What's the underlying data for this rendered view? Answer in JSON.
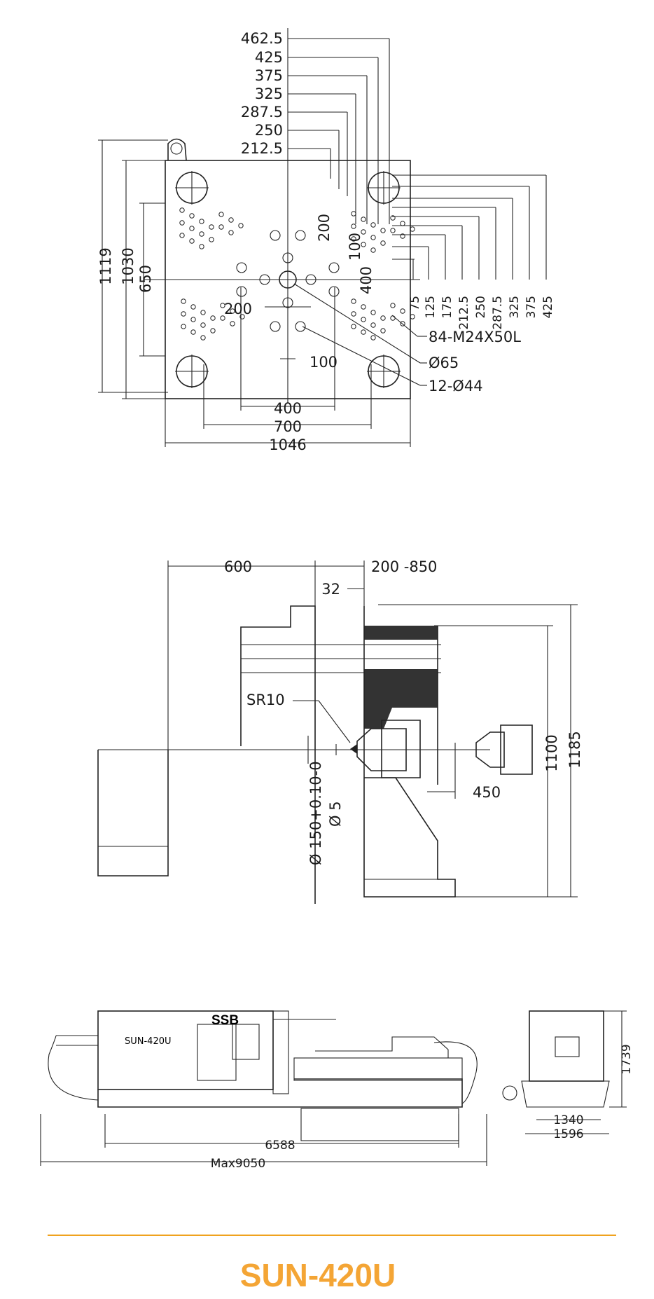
{
  "plate_view": {
    "top_dims": [
      "462.5",
      "425",
      "375",
      "325",
      "287.5",
      "250",
      "212.5"
    ],
    "right_dims": [
      "75",
      "125",
      "175",
      "212.5",
      "250",
      "287.5",
      "325",
      "375",
      "425"
    ],
    "left_dims": [
      "1119",
      "1030",
      "650"
    ],
    "bottom_dims": [
      "400",
      "700",
      "1046"
    ],
    "inner_dims": [
      "200",
      "100",
      "400",
      "200",
      "100"
    ],
    "callouts": [
      "84-M24X50L",
      "Ø65",
      "12-Ø44"
    ]
  },
  "nozzle_view": {
    "top_dims": [
      "600",
      "200 -850",
      "32"
    ],
    "sr_label": "SR10",
    "vertical_labels": [
      "Ø 150+0.10-0",
      "Ø 5"
    ],
    "side_dims": [
      "1100",
      "1185"
    ],
    "stroke_dim": "450"
  },
  "machine_view": {
    "model_label": "SUN-420U",
    "brand_label": "SSB",
    "length_dims": [
      "6588",
      "Max9050"
    ],
    "side_dims": [
      "1739",
      "1340",
      "1596"
    ]
  },
  "footer": {
    "title": "SUN-420U",
    "accent_color": "#f0a21e",
    "title_color": "#f4a535"
  }
}
